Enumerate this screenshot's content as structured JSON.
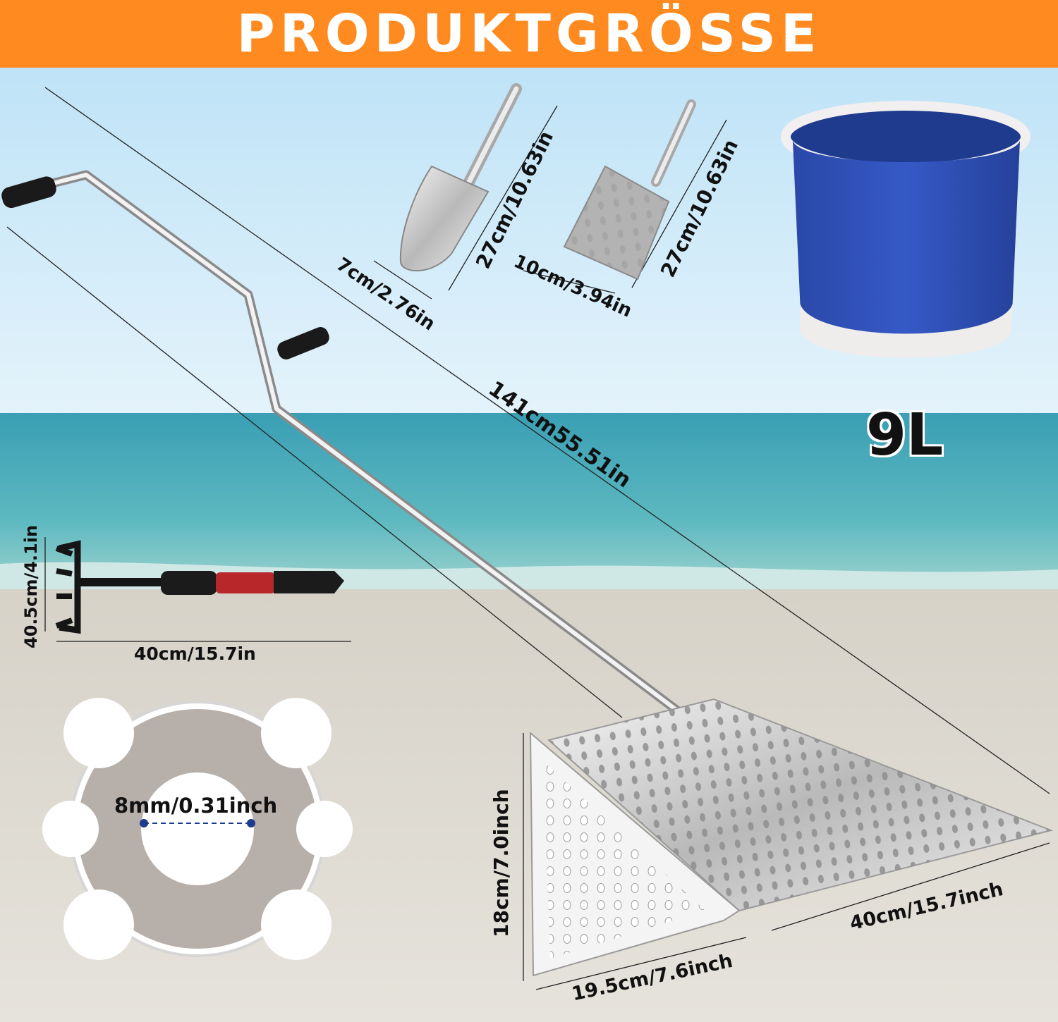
{
  "banner": {
    "title": "PRODUKTGRÖSSE",
    "color": "#ff8a1f"
  },
  "bucket": {
    "volume": "9L",
    "color": "#2f4fb8"
  },
  "dimensions": {
    "overall_length": "141cm55.51in",
    "shovel_height": "27cm/10.63in",
    "shovel_width": "7cm/2.76in",
    "scoop_height": "27cm/10.63in",
    "scoop_width": "10cm/3.94in",
    "rake_height": "40.5cm/4.1in",
    "rake_length": "40cm/15.7in",
    "hole_diameter": "8mm/0.31inch",
    "sifter_height": "18cm/7.0inch",
    "sifter_side": "19.5cm/7.6inch",
    "sifter_width": "40cm/15.7inch"
  }
}
